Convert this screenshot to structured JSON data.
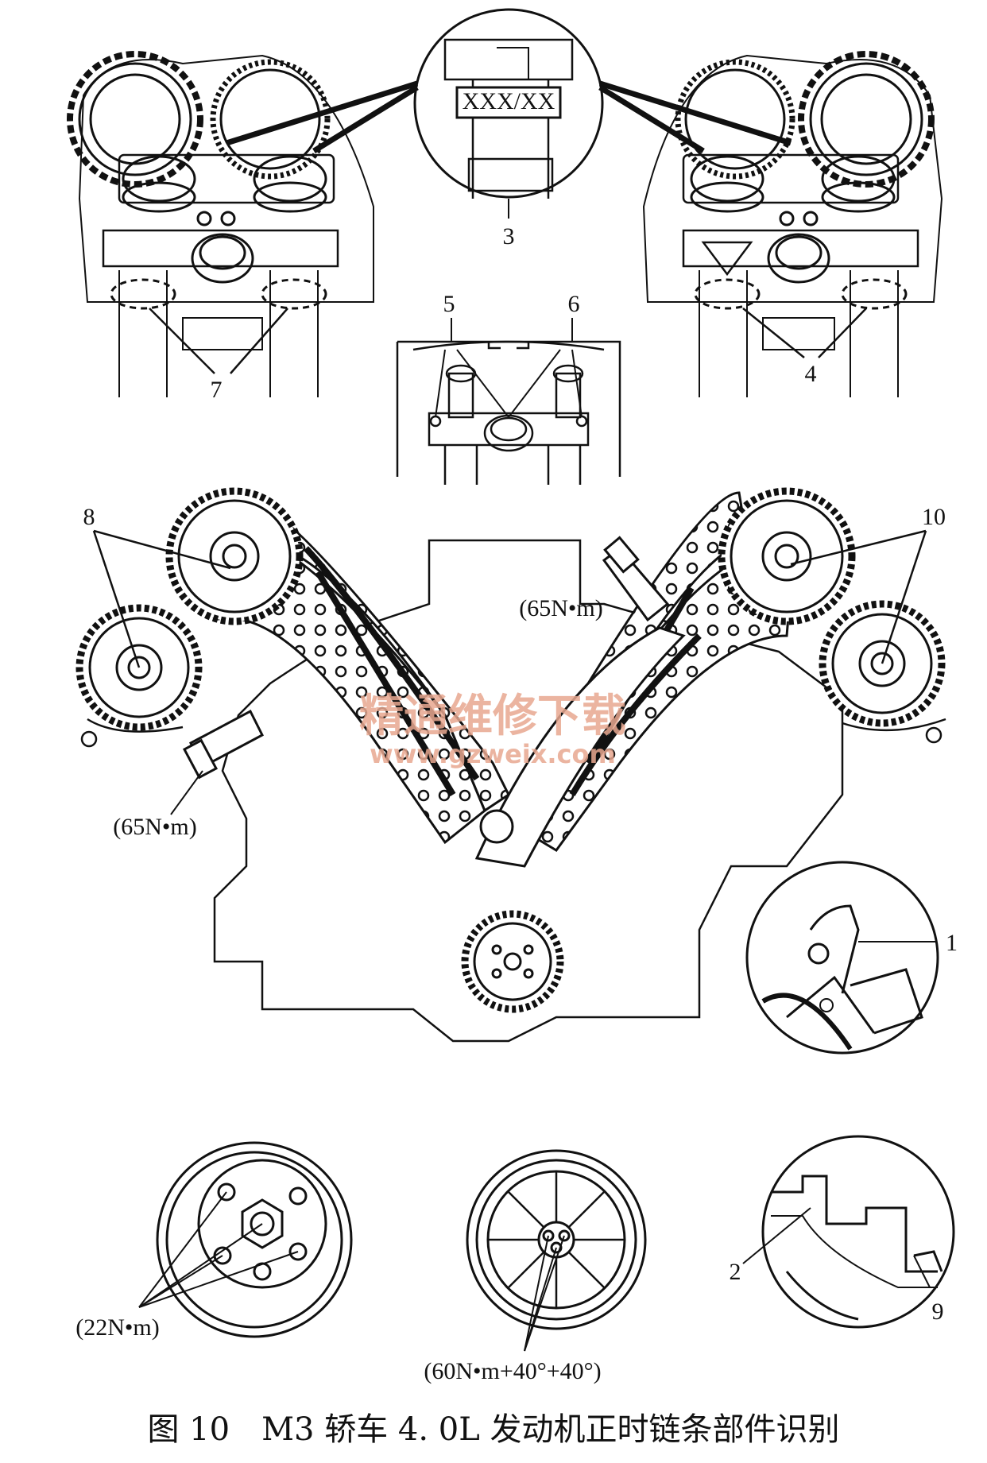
{
  "figure": {
    "caption": "图 10　M3 轿车 4. 0L 发动机正时链条部件识别",
    "callouts": {
      "c1": "1",
      "c2": "2",
      "c3": "3",
      "c4": "4",
      "c5": "5",
      "c6": "6",
      "c7": "7",
      "c8": "8",
      "c9": "9",
      "c10": "10"
    },
    "marking_text": "XXX/XX",
    "torque": {
      "tensioner_right": "(65N•m)",
      "tensioner_left": "(65N•m)",
      "damper_bolts": "(22N•m)",
      "crank_bolt": "(60N•m+40°+40°)"
    },
    "watermark": {
      "cn": "精通维修下载",
      "url": "www.gzweix.com",
      "color": "#e8a890"
    }
  }
}
